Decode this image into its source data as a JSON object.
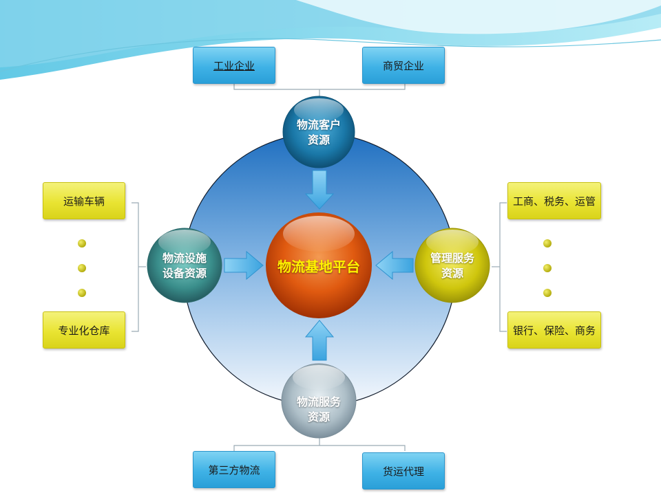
{
  "center": {
    "label": "物流基地平台"
  },
  "resources": {
    "top": {
      "line1": "物流客户",
      "line2": "资源"
    },
    "left": {
      "line1": "物流设施",
      "line2": "设备资源"
    },
    "right": {
      "line1": "管理服务",
      "line2": "资源"
    },
    "bottom": {
      "line1": "物流服务",
      "line2": "资源"
    }
  },
  "boxes": {
    "top_left": "工业企业",
    "top_right": "商贸企业",
    "left_top": "运输车辆",
    "left_bottom": "专业化仓库",
    "right_top": "工商、税务、运管",
    "right_bottom": "银行、保险、商务",
    "bottom_left": "第三方物流",
    "bottom_right": "货运代理"
  },
  "colors": {
    "blue_box": "#3fb2e6",
    "yellow_box": "#e9e432",
    "center_ball": "#e2570f",
    "center_text": "#fff200",
    "client_ball": "#1d7fae",
    "facility_ball": "#4fa7a3",
    "management_ball": "#d7cf0e",
    "service_ball": "#b9c9d2",
    "arrow": "#56b7ea"
  }
}
